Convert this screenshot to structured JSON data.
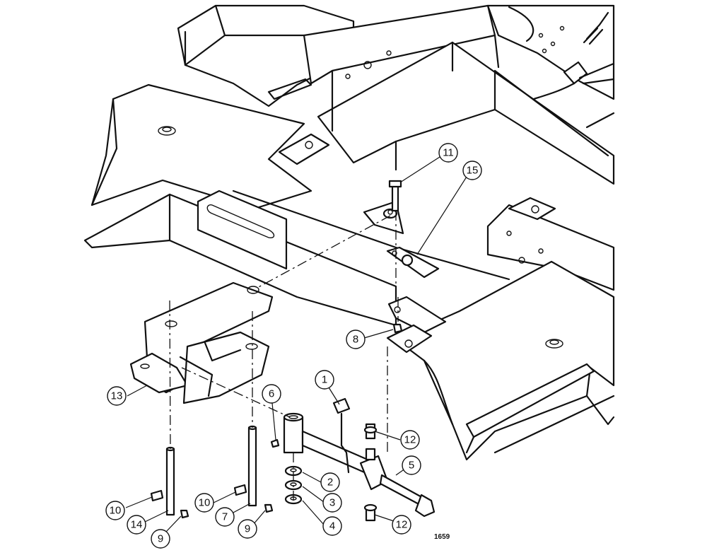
{
  "callouts": [
    {
      "id": "callout-1",
      "label": "1"
    },
    {
      "id": "callout-2",
      "label": "2"
    },
    {
      "id": "callout-3",
      "label": "3"
    },
    {
      "id": "callout-4",
      "label": "4"
    },
    {
      "id": "callout-5",
      "label": "5"
    },
    {
      "id": "callout-6",
      "label": "6"
    },
    {
      "id": "callout-7",
      "label": "7"
    },
    {
      "id": "callout-8",
      "label": "8"
    },
    {
      "id": "callout-9a",
      "label": "9"
    },
    {
      "id": "callout-9b",
      "label": "9"
    },
    {
      "id": "callout-10a",
      "label": "10"
    },
    {
      "id": "callout-10b",
      "label": "10"
    },
    {
      "id": "callout-11",
      "label": "11"
    },
    {
      "id": "callout-12a",
      "label": "12"
    },
    {
      "id": "callout-12b",
      "label": "12"
    },
    {
      "id": "callout-13",
      "label": "13"
    },
    {
      "id": "callout-14",
      "label": "14"
    },
    {
      "id": "callout-15",
      "label": "15"
    }
  ],
  "figure_code": "1659"
}
